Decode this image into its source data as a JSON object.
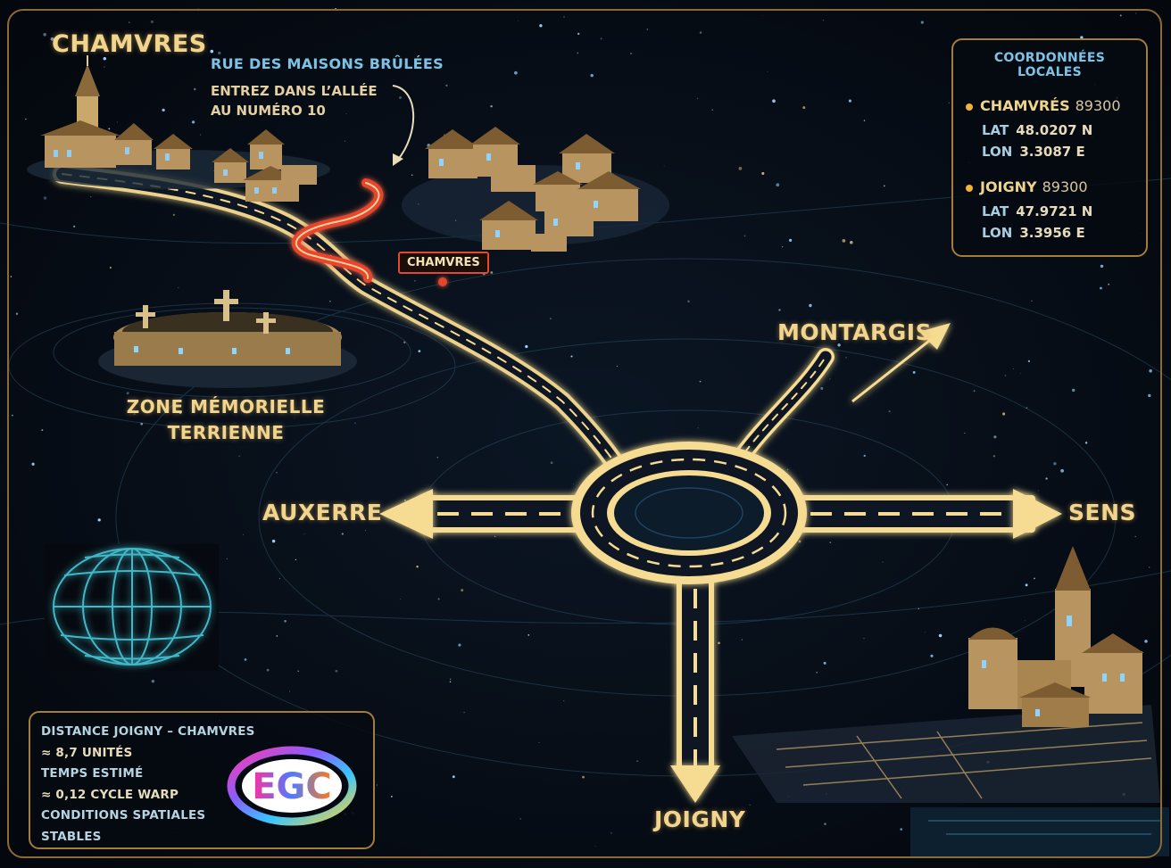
{
  "map_title": "CHAMVRES",
  "note": {
    "title": "RUE DES MAISONS BRÛLÉES",
    "line1": "ENTREZ DANS L’ALLÉE",
    "line2": "AU NUMÉRO 10"
  },
  "pin_label": "CHAMVRES",
  "zone_label": {
    "line1": "ZONE MÉMORIELLE",
    "line2": "TERRIENNE"
  },
  "directions": {
    "north_east": "MONTARGIS",
    "west": "AUXERRE",
    "east": "SENS",
    "south": "JOIGNY"
  },
  "coordinates_panel": {
    "title": "COORDONNÉES LOCALES",
    "places": [
      {
        "name": "CHAMVRÉS",
        "postal": "89300",
        "lat_label": "LAT",
        "lat": "48.0207 N",
        "lon_label": "LON",
        "lon": "3.3087 E"
      },
      {
        "name": "JOIGNY",
        "postal": "89300",
        "lat_label": "LAT",
        "lat": "47.9721 N",
        "lon_label": "LON",
        "lon": "3.3956 E"
      }
    ]
  },
  "distance_panel": {
    "line1": "DISTANCE JOIGNY – CHAMVRES",
    "line2": "≈ 8,7 UNITÉS",
    "line3": "TEMPS ESTIMÉ",
    "line4": "≈ 0,12 CYCLE WARP",
    "line5": "CONDITIONS SPATIALES",
    "line6": "STABLES"
  },
  "logo_text": "EGC",
  "colors": {
    "background": "#05080d",
    "road_glow": "#f6dc92",
    "route_highlight": "#e8452c",
    "label_gold": "#f1d58e",
    "accent_blue": "#7cc3e6"
  },
  "icons": [
    "church-icon",
    "village-icon",
    "cemetery-icon",
    "globe-icon",
    "arrow-icon",
    "location-pin-icon"
  ]
}
